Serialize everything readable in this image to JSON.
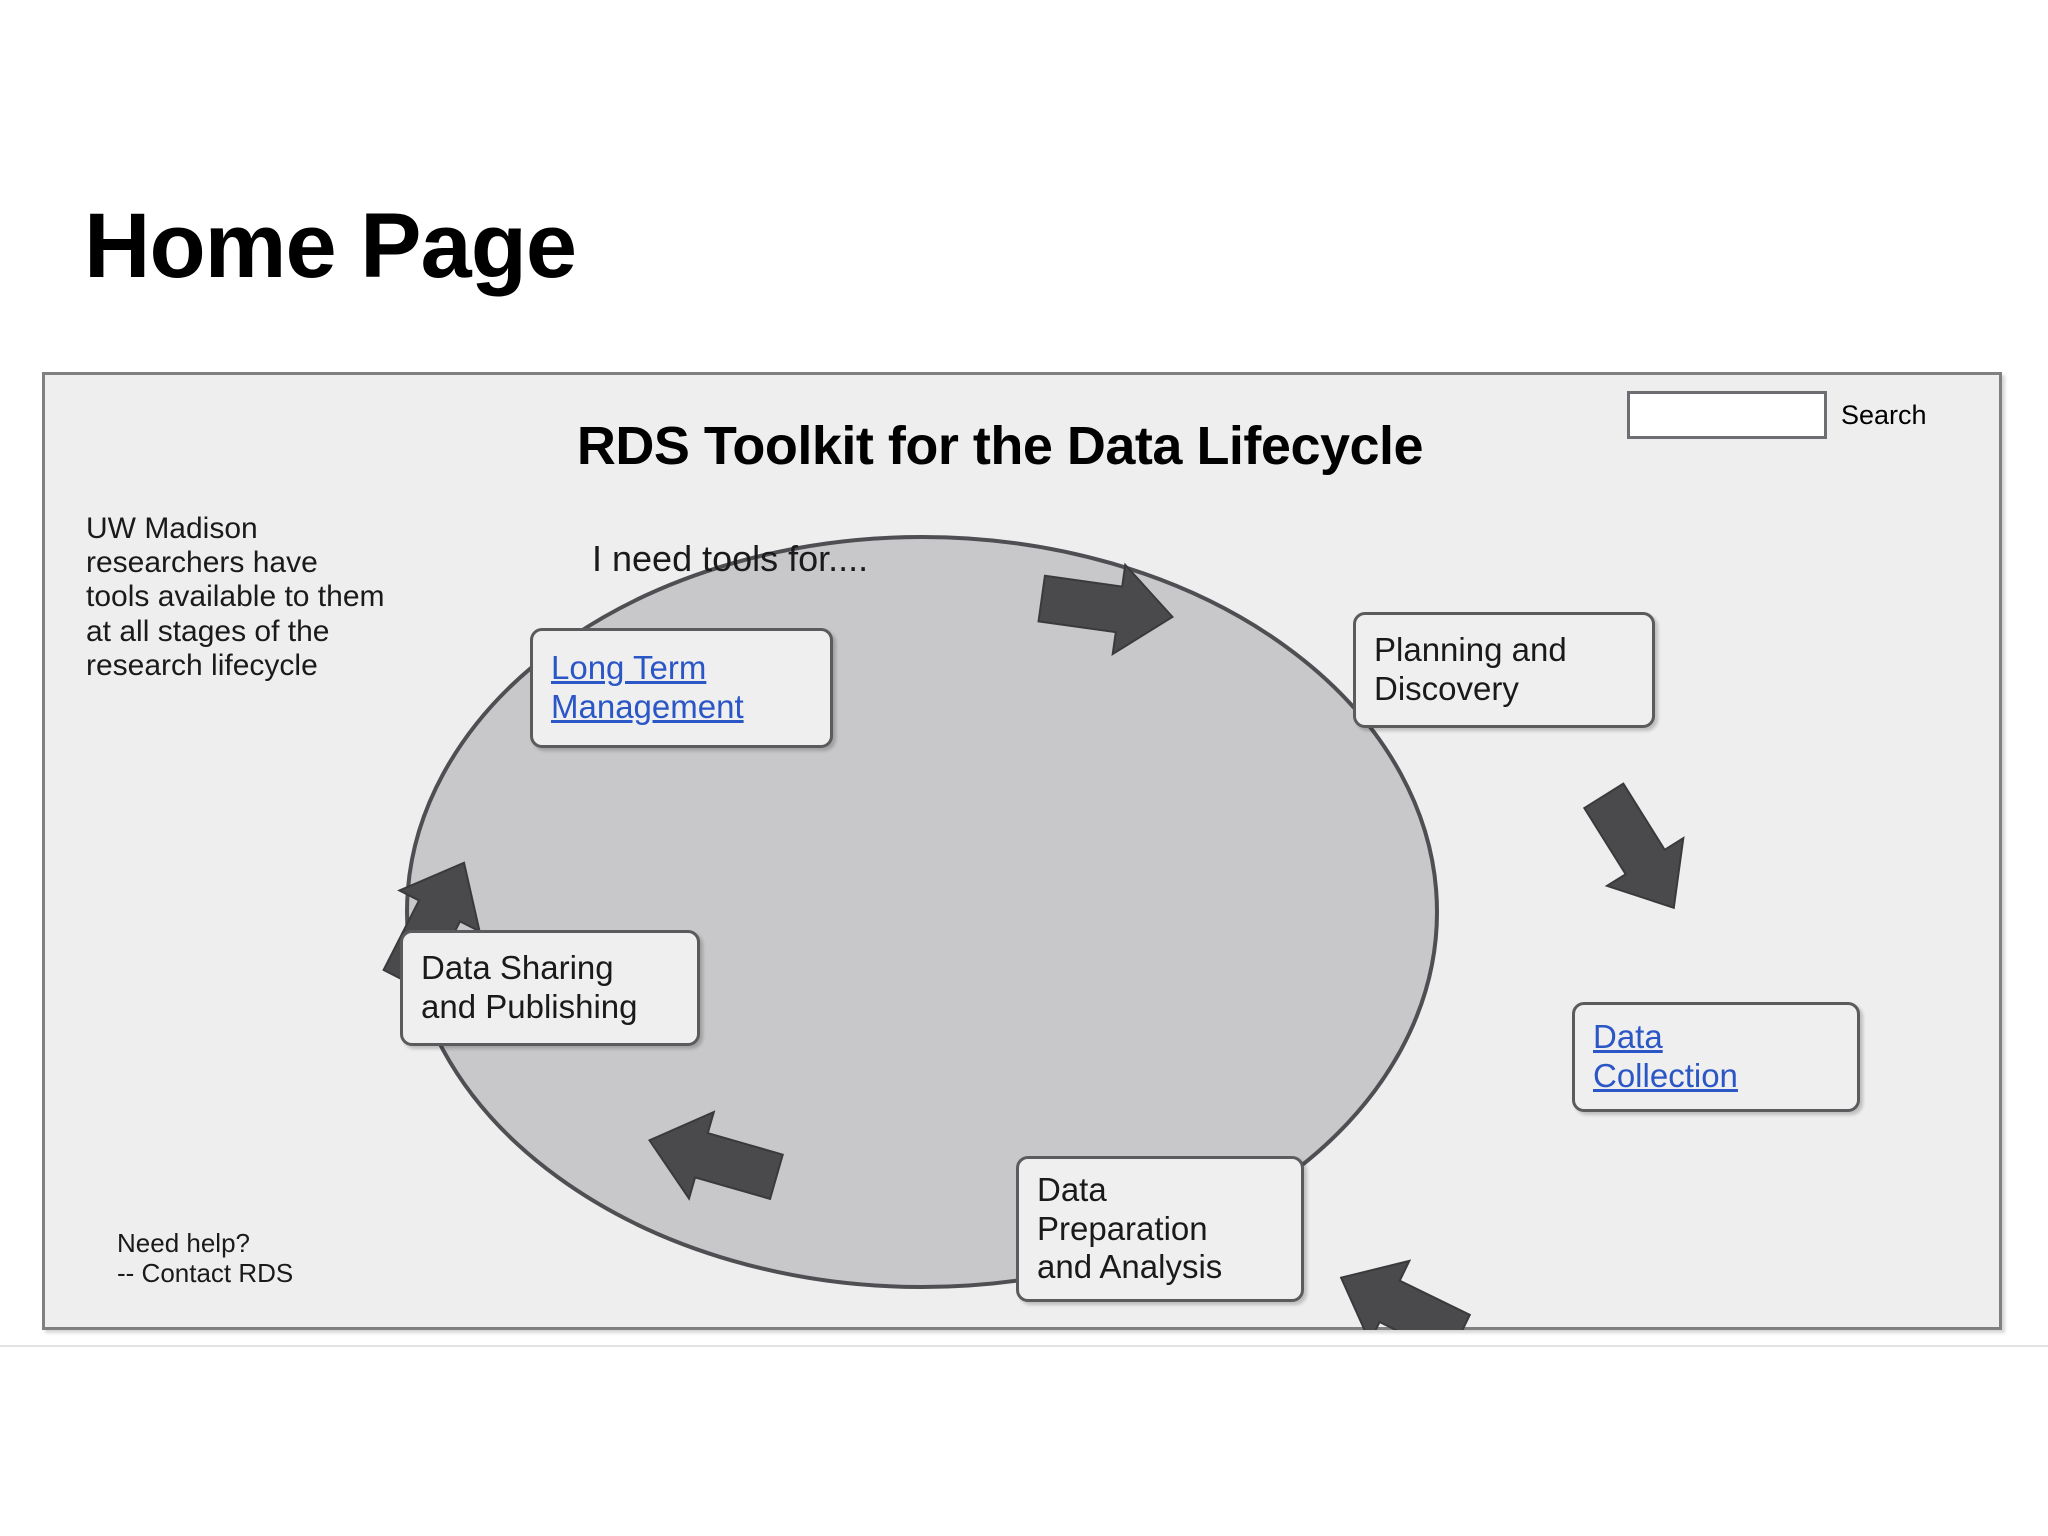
{
  "page": {
    "title": "Home Page"
  },
  "panel": {
    "toolkit_title": "RDS Toolkit for the Data Lifecycle",
    "tools_prompt": "I need tools for....",
    "sidebar_blurb": "UW Madison researchers have tools available to them at all stages of the research lifecycle",
    "need_help_line1": "Need help?",
    "need_help_line2": "-- Contact RDS"
  },
  "search": {
    "value": "",
    "placeholder": "",
    "label": "Search"
  },
  "colors": {
    "panel_background": "#eeeeef",
    "panel_border": "#808083",
    "ellipse_fill": "#c8c8ca",
    "ellipse_stroke": "#4f4f53",
    "arrow_fill": "#4a4a4d",
    "node_fill": "#efefef",
    "node_border": "#5b5b5e",
    "link_color": "#2a56c6",
    "text_color": "#1a1a1a"
  },
  "chart_data": {
    "type": "diagram",
    "title": "RDS Toolkit for the Data Lifecycle",
    "shape": "clockwise-cycle-ellipse",
    "stages": [
      {
        "id": "planning-and-discovery",
        "lines": [
          "Planning and",
          "Discovery"
        ],
        "is_link": false,
        "position": "top-right",
        "order": 1
      },
      {
        "id": "data-collection",
        "lines": [
          "Data",
          "Collection"
        ],
        "is_link": true,
        "position": "right",
        "order": 2
      },
      {
        "id": "data-preparation-and-analysis",
        "lines": [
          "Data",
          "Preparation",
          "and Analysis"
        ],
        "is_link": false,
        "position": "bottom",
        "order": 3
      },
      {
        "id": "data-sharing-and-publishing",
        "lines": [
          "Data Sharing",
          "and Publishing"
        ],
        "is_link": false,
        "position": "left",
        "order": 4
      },
      {
        "id": "long-term-management",
        "lines": [
          "Long Term",
          "Management"
        ],
        "is_link": true,
        "position": "top-left",
        "order": 5
      }
    ],
    "arrows": [
      {
        "id": "arrow-top",
        "direction": "right",
        "between": [
          "long-term-management",
          "planning-and-discovery"
        ]
      },
      {
        "id": "arrow-upper-right",
        "direction": "down-right",
        "between": [
          "planning-and-discovery",
          "data-collection"
        ]
      },
      {
        "id": "arrow-lower-right",
        "direction": "down-left",
        "between": [
          "data-collection",
          "data-preparation-and-analysis"
        ]
      },
      {
        "id": "arrow-lower-left",
        "direction": "left",
        "between": [
          "data-preparation-and-analysis",
          "data-sharing-and-publishing"
        ]
      },
      {
        "id": "arrow-upper-left",
        "direction": "up-right",
        "between": [
          "data-sharing-and-publishing",
          "long-term-management"
        ]
      }
    ]
  }
}
